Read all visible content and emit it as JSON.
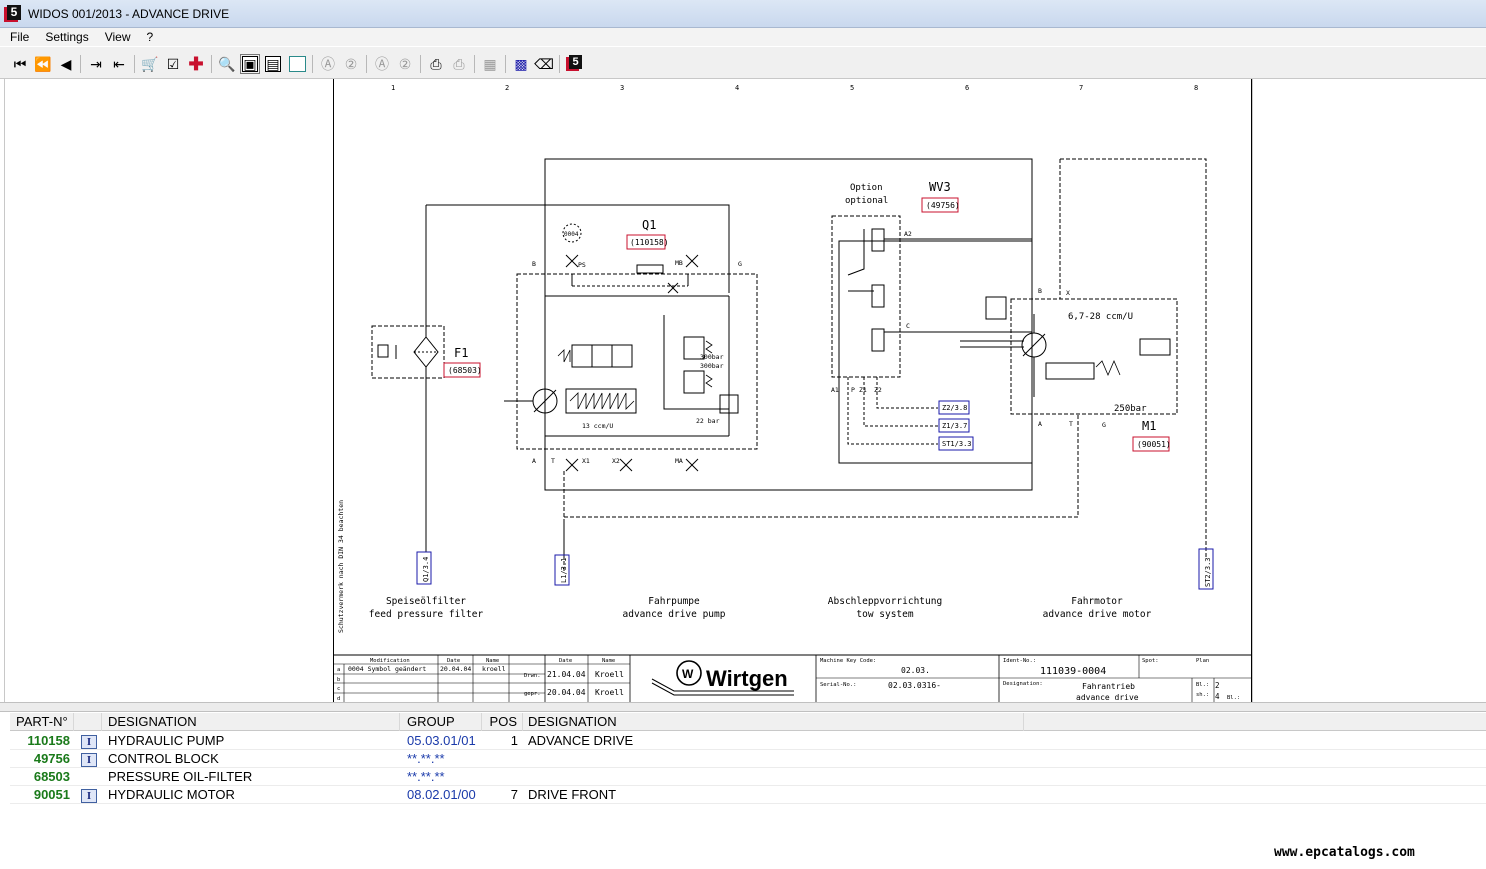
{
  "window": {
    "title": "WIDOS 001/2013 - ADVANCE DRIVE"
  },
  "menu": {
    "items": [
      "File",
      "Settings",
      "View",
      "?"
    ]
  },
  "toolbar": {
    "icons": [
      "first-page-icon",
      "previous-section-icon",
      "previous-page-icon",
      "export-icon",
      "import-icon",
      "basket-icon",
      "order-list-icon",
      "add-icon",
      "zoom-icon",
      "page-view-icon",
      "page-copy-icon",
      "frame-icon",
      "search-a1-icon",
      "search-a2-icon",
      "search-b1-icon",
      "search-b2-icon",
      "print-icon",
      "print-preview-icon",
      "note-icon",
      "highlight-icon",
      "eraser-icon",
      "wirtgen-logo-icon"
    ]
  },
  "drawing": {
    "grid_numbers": [
      "1",
      "2",
      "3",
      "4",
      "5",
      "6",
      "7",
      "8"
    ],
    "component_labels": {
      "f1": "F1",
      "f1_ref": "(68503)",
      "q1": "Q1",
      "q1_ref": "(110158)",
      "wv3": "WV3",
      "wv3_ref": "(49756)",
      "m1": "M1",
      "m1_ref": "(90051)",
      "option_de": "Option",
      "option_en": "optional",
      "displacement": "6,7-28 ccm/U",
      "pressure_250": "250bar",
      "pressure_300a": "300bar",
      "pressure_300b": "300bar",
      "pressure_22": "22 bar",
      "pump_flow": "13 ccm/U",
      "detail_0004": "0004"
    },
    "ports": {
      "b_left": "B",
      "ps": "PS",
      "mb": "MB",
      "g_left": "G",
      "a_left": "A",
      "t_left": "T",
      "x1": "X1",
      "x2": "X2",
      "ma": "MA",
      "a2": "A2",
      "c": "C",
      "a1": "A1",
      "p": "P",
      "z1": "Z1",
      "z2": "Z2",
      "b_right": "B",
      "x_right": "X",
      "a_right": "A",
      "t_right": "T",
      "g_right": "G"
    },
    "cross_refs": {
      "z2": "Z2/3.8",
      "z1": "Z1/3.7",
      "st1": "ST1/3.3",
      "q1": "Q1/3.4",
      "l1": "L1/3.1",
      "st2": "ST2/3.3"
    },
    "sections": [
      {
        "de": "Speiseölfilter",
        "en": "feed pressure filter"
      },
      {
        "de": "Fahrpumpe",
        "en": "advance drive pump"
      },
      {
        "de": "Abschleppvorrichtung",
        "en": "tow system"
      },
      {
        "de": "Fahrmotor",
        "en": "advance drive motor"
      }
    ],
    "side_note": "Schutzvermerk nach DIN 34 beachten",
    "title_block": {
      "mod_hdr": "Modification",
      "date_hdr": "Date",
      "name_hdr": "Name",
      "rev_letters": [
        "a",
        "b",
        "c",
        "d"
      ],
      "rev_a_text": "0004 Symbol geändert",
      "rev_a_date": "20.04.04",
      "rev_a_name": "kroell",
      "date2_hdr": "Date",
      "name2_hdr": "Name",
      "drwn_label": "Drwn.",
      "drwn_date": "21.04.04",
      "drwn_name": "Kroell",
      "gepr_label": "gepr.",
      "gepr_date": "20.04.04",
      "gepr_name": "Kroell",
      "logo_text": "Wirtgen",
      "machine_key_label": "Machine Key Code:",
      "machine_key": "02.03.",
      "serial_label": "Serial-No.:",
      "serial": "02.03.0316-",
      "ident_label": "Ident-No.:",
      "ident": "111039-0004",
      "spot_label": "Spot:",
      "plan_label": "Plan",
      "designation_label": "Designation:",
      "designation_de": "Fahrantrieb",
      "designation_en": "advance drive",
      "sheet_label": "Bl.:",
      "sheet": "2",
      "sheets_label": "sh.:",
      "sheets": "4",
      "bl_label": "Bl.:"
    }
  },
  "parts_table": {
    "headers": {
      "part_no": "PART-N°",
      "designation": "DESIGNATION",
      "group": "GROUP",
      "pos": "POS",
      "designation2": "DESIGNATION"
    },
    "rows": [
      {
        "part_no": "110158",
        "info": "I",
        "designation": "HYDRAULIC PUMP",
        "group": "05.03.01/01",
        "pos": "1",
        "designation2": "ADVANCE DRIVE"
      },
      {
        "part_no": "49756",
        "info": "I",
        "designation": "CONTROL BLOCK",
        "group": "**.**.**",
        "pos": "",
        "designation2": ""
      },
      {
        "part_no": "68503",
        "info": "",
        "designation": "PRESSURE OIL-FILTER",
        "group": "**.**.**",
        "pos": "",
        "designation2": ""
      },
      {
        "part_no": "90051",
        "info": "I",
        "designation": "HYDRAULIC MOTOR",
        "group": "08.02.01/00",
        "pos": "7",
        "designation2": "DRIVE FRONT"
      }
    ]
  },
  "watermark": "www.epcatalogs.com",
  "colors": {
    "ref_red": "#c8102e",
    "ref_blue": "#1a1aaa",
    "part_green": "#1a7a1a",
    "group_blue": "#1a3aaa"
  }
}
